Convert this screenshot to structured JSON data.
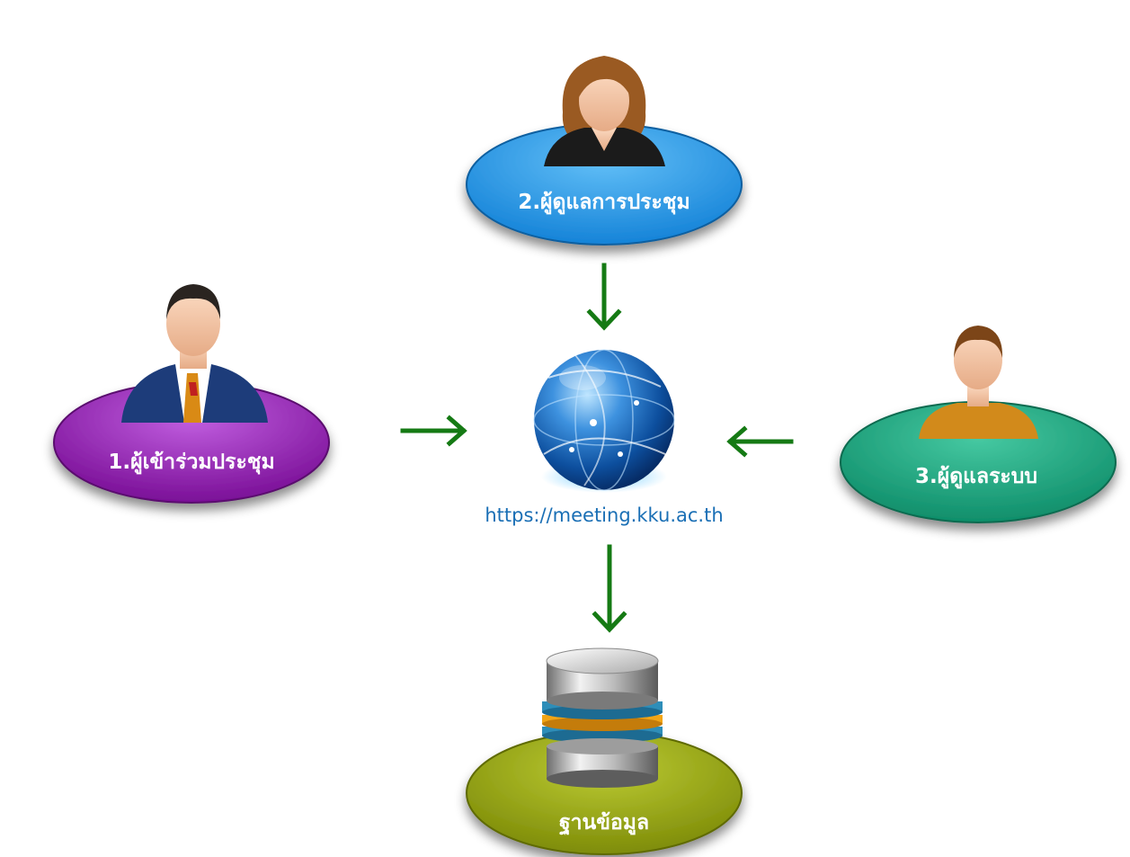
{
  "nodes": {
    "participant": {
      "label": "1.ผู้เข้าร่วมประชุม",
      "color": "#8b16a8",
      "icon": "businessman-icon"
    },
    "meeting_admin": {
      "label": "2.ผู้ดูแลการประชุม",
      "color": "#1f94e8",
      "icon": "businesswoman-icon"
    },
    "system_admin": {
      "label": "3.ผู้ดูแลระบบ",
      "color": "#14a07a",
      "icon": "user-icon"
    },
    "database": {
      "label": "ฐานข้อมูล",
      "color": "#8f9e0c",
      "icon": "database-icon"
    }
  },
  "center": {
    "url": "https://meeting.kku.ac.th",
    "icon": "globe-icon"
  },
  "arrow_color": "#157a14"
}
